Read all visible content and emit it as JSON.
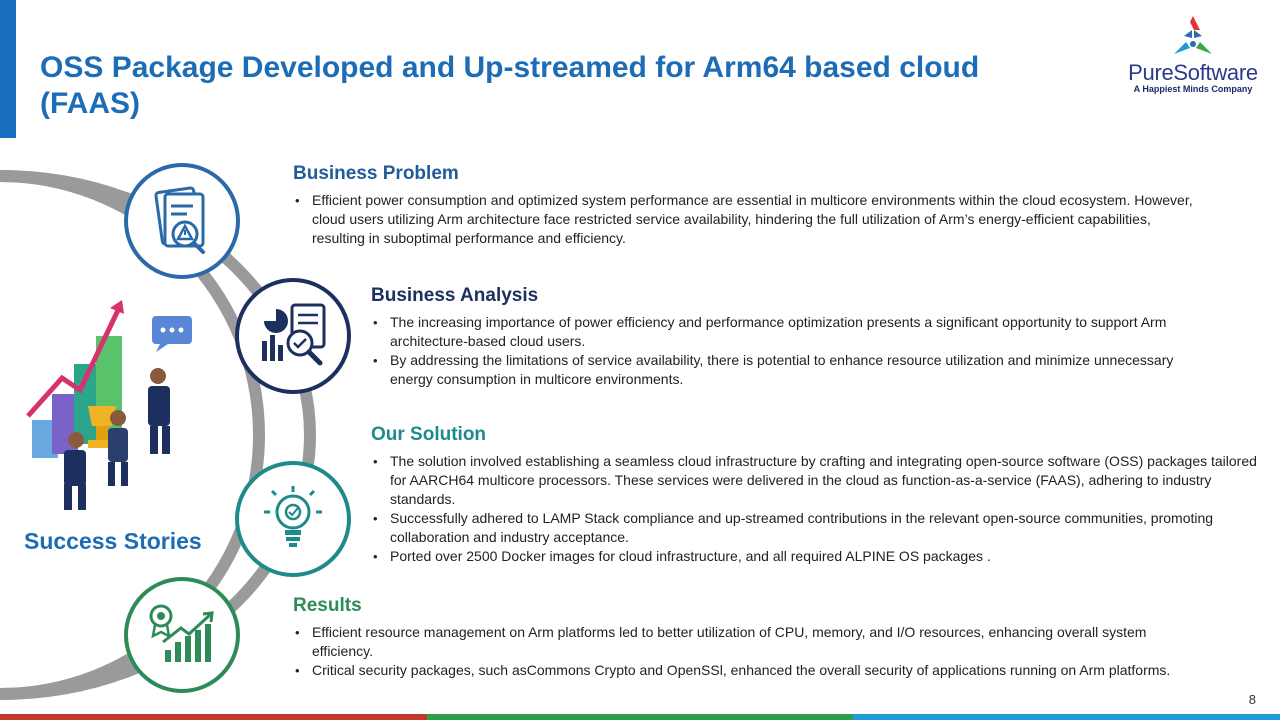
{
  "slide": {
    "title": "OSS Package Developed and Up-streamed for Arm64 based cloud (FAAS)",
    "page_number": "8"
  },
  "logo": {
    "name": "PureSoftware",
    "tagline": "A Happiest Minds Company"
  },
  "sidebar": {
    "label": "Success Stories"
  },
  "sections": {
    "problem": {
      "heading": "Business Problem",
      "bullets": [
        "Efficient power consumption and optimized system performance are essential in multicore environments within the cloud ecosystem. However, cloud users utilizing Arm architecture face restricted service availability, hindering the full utilization of Arm’s energy-efficient capabilities, resulting in suboptimal performance and efficiency."
      ]
    },
    "analysis": {
      "heading": "Business Analysis",
      "bullets": [
        "The increasing importance of power efficiency and performance optimization presents a significant opportunity to support Arm architecture-based cloud users.",
        "By addressing the limitations of service availability, there is potential to enhance resource utilization and minimize unnecessary energy consumption in multicore environments."
      ]
    },
    "solution": {
      "heading": "Our Solution",
      "bullets": [
        "The solution involved establishing a seamless cloud infrastructure by crafting and integrating open-source software (OSS) packages tailored for AARCH64 multicore processors. These services were delivered in the cloud as function-as-a-service (FAAS), adhering to industry standards.",
        "Successfully adhered to LAMP Stack compliance and up-streamed contributions in the relevant open-source communities, promoting collaboration and industry acceptance.",
        "Ported over 2500 Docker images for cloud infrastructure, and all required ALPINE OS packages ."
      ]
    },
    "results": {
      "heading": "Results",
      "bullets": [
        "Efficient resource management on Arm platforms led to better utilization of CPU, memory, and I/O resources, enhancing overall system efficiency.",
        "Critical security packages, such asCommons Crypto and OpenSSl, enhanced the overall security of applications running on Arm platforms."
      ]
    }
  },
  "colors": {
    "title": "#1c6cb6",
    "accent_bar": "#1a6fc0",
    "problem_heading": "#1f5c99",
    "analysis_heading": "#1c2f5e",
    "solution_heading": "#1f8a8a",
    "results_heading": "#2e8b57",
    "bottom_bar": [
      "#c0392b",
      "#2e9e4a",
      "#1e9bd7"
    ]
  },
  "icons": {
    "problem": "document-warning-icon",
    "analysis": "report-analysis-icon",
    "solution": "gear-lightbulb-icon",
    "results": "award-growth-chart-icon",
    "illustration": "success-growth-illustration"
  }
}
